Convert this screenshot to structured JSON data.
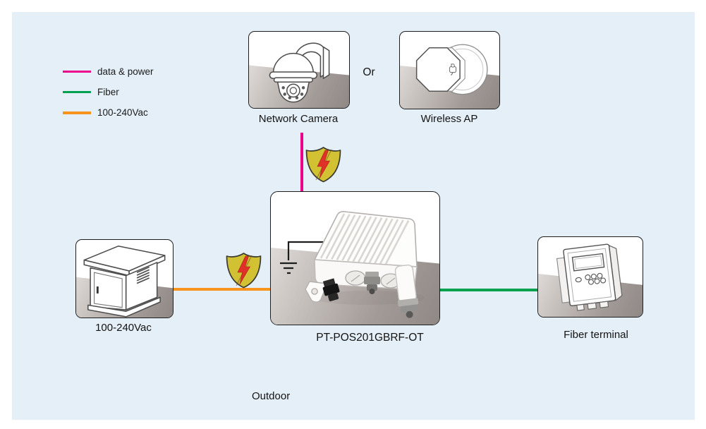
{
  "title": "PT-POS201GBRF-OT outdoor application diagram",
  "colors": {
    "panel_bg": "#e5eff7",
    "data_power": "#ec008c",
    "fiber": "#00a14e",
    "ac_power": "#f7941e",
    "shield_fill": "#d2c233",
    "shield_bolt": "#df3127",
    "card_border": "#1d1d1d"
  },
  "legend": {
    "items": [
      {
        "id": "data-power",
        "label": "data & power",
        "color": "#ec008c"
      },
      {
        "id": "fiber",
        "label": "Fiber",
        "color": "#00a14e"
      },
      {
        "id": "ac",
        "label": "100-240Vac",
        "color": "#f7941e"
      }
    ]
  },
  "nodes": {
    "camera": {
      "label": "Network Camera"
    },
    "wireless_ap": {
      "label": "Wireless AP"
    },
    "device": {
      "label": "PT-POS201GBRF-OT"
    },
    "ac_source": {
      "label": "100-240Vac"
    },
    "fiber_terminal": {
      "label": "Fiber terminal"
    }
  },
  "or_label": "Or",
  "zone_label": "Outdoor"
}
